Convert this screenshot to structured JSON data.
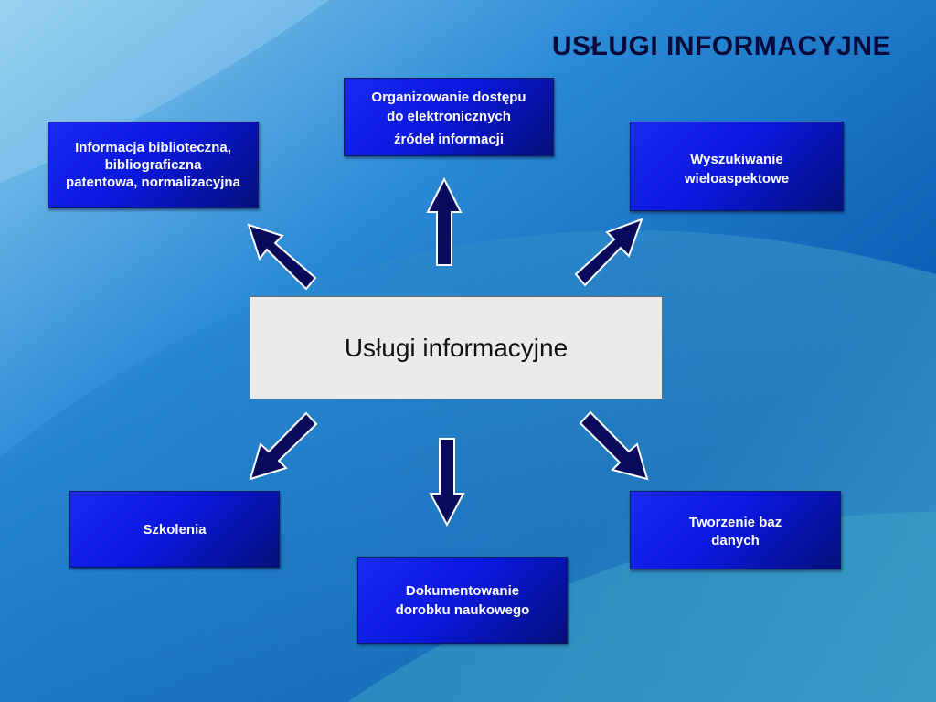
{
  "title": "USŁUGI INFORMACYJNE",
  "center_label": "Usługi informacyjne",
  "boxes": {
    "top_left": [
      "Informacja biblioteczna,",
      "bibliograficzna",
      "patentowa, normalizacyjna"
    ],
    "top_center": [
      "Organizowanie dostępu",
      "do elektronicznych",
      "źródeł informacji"
    ],
    "top_right": [
      "Wyszukiwanie",
      "wieloaspektowe"
    ],
    "bottom_left": [
      "Szkolenia"
    ],
    "bottom_center": [
      "Dokumentowanie",
      "dorobku naukowego"
    ],
    "bottom_right": [
      "Tworzenie baz",
      "danych"
    ]
  },
  "colors": {
    "box_fill": "#1020e8",
    "arrow_fill": "#0a0a5c",
    "center_fill": "#ebebeb",
    "title_color": "#0a0a3a"
  }
}
